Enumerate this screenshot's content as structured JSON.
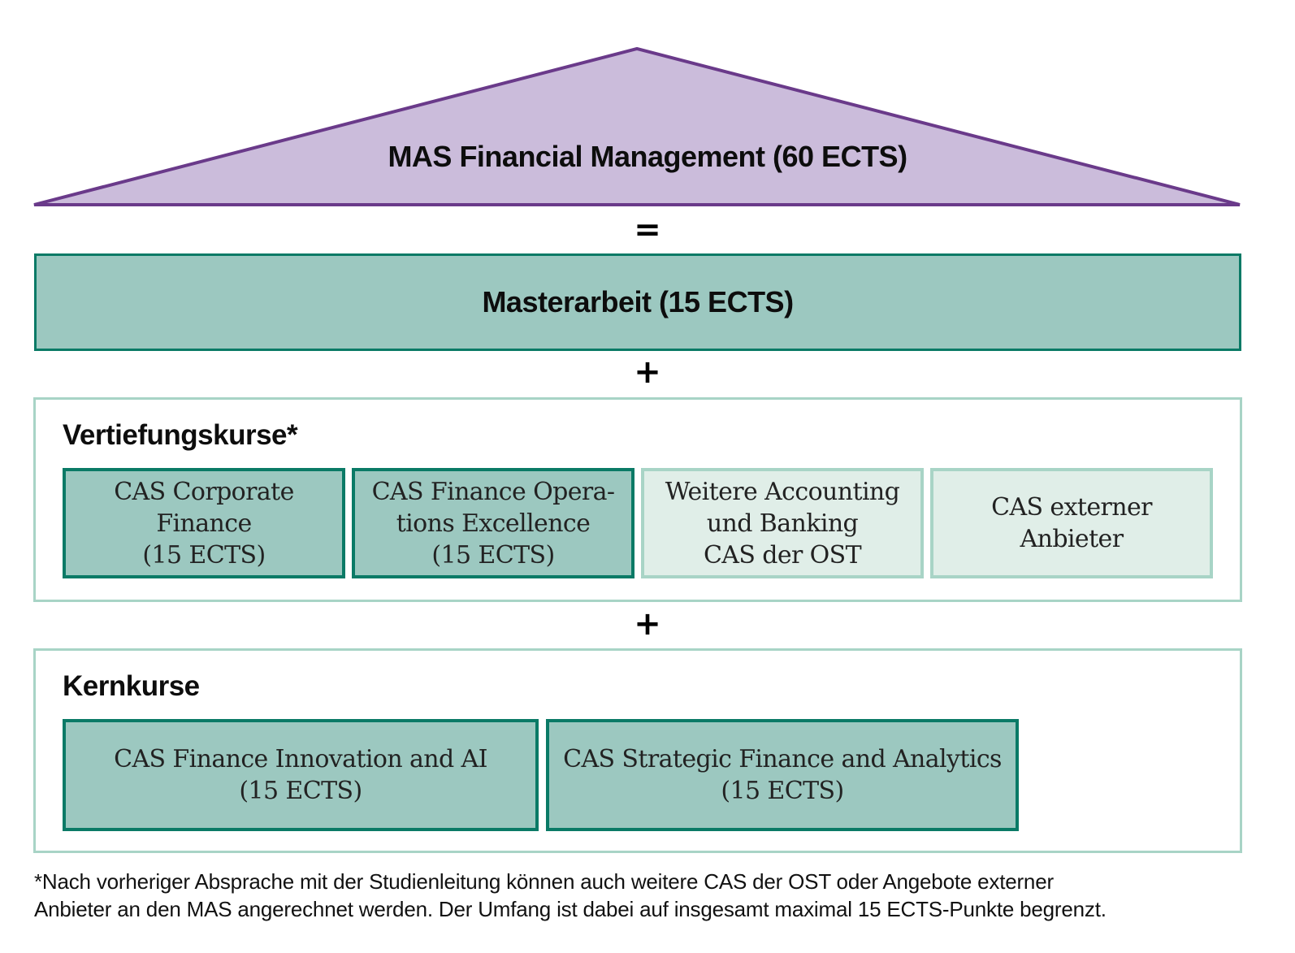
{
  "roof": {
    "title": "MAS Financial Management (60 ECTS)",
    "fill_color": "#cbbcdb",
    "stroke_color": "#6a3a8a"
  },
  "operators": {
    "equals": "=",
    "plus_1": "+",
    "plus_2": "+"
  },
  "master_thesis": {
    "label": "Masterarbeit (15 ECTS)"
  },
  "electives": {
    "title": "Vertiefungskurse*",
    "cards": [
      {
        "lines": [
          "CAS Corporate",
          "Finance",
          "(15 ECTS)"
        ],
        "style": "dark"
      },
      {
        "lines": [
          "CAS Finance Opera-",
          "tions Excellence",
          "(15 ECTS)"
        ],
        "style": "dark"
      },
      {
        "lines": [
          "Weitere Accounting",
          "und Banking",
          "CAS der OST"
        ],
        "style": "light"
      },
      {
        "lines": [
          "CAS externer",
          "Anbieter"
        ],
        "style": "light"
      }
    ]
  },
  "core": {
    "title": "Kernkurse",
    "cards": [
      {
        "lines": [
          "CAS Finance Innovation and AI",
          "(15 ECTS)"
        ],
        "style": "dark"
      },
      {
        "lines": [
          "CAS Strategic Finance and Analytics",
          "(15 ECTS)"
        ],
        "style": "dark"
      }
    ]
  },
  "colors": {
    "dark_fill": "#9cc8c0",
    "dark_border": "#0a7a66",
    "light_fill": "#e0eee8",
    "light_border": "#a8d4c6"
  },
  "footnote": {
    "line1": "*Nach vorheriger Absprache mit der Studienleitung können auch weitere CAS der OST oder Angebote externer",
    "line2": "Anbieter an den MAS angerechnet werden. Der Umfang ist dabei auf insgesamt maximal 15 ECTS-Punkte begrenzt."
  }
}
